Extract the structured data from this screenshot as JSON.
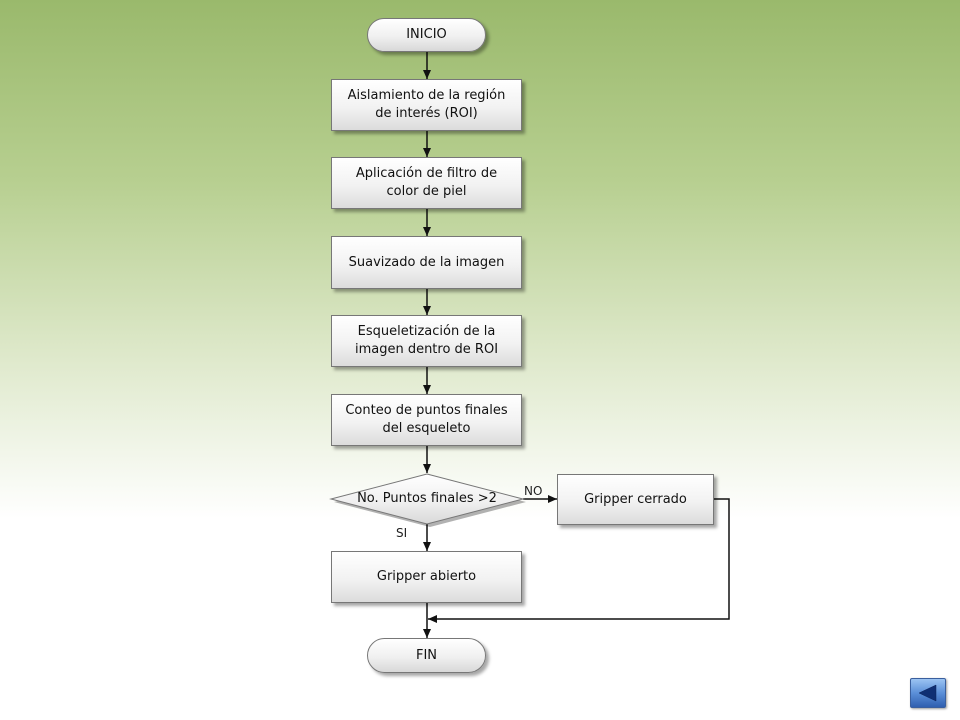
{
  "flowchart": {
    "start": "INICIO",
    "steps": [
      "Aislamiento de la región de interés (ROI)",
      "Aplicación de filtro de color de piel",
      "Suavizado de la imagen",
      "Esqueletización de la imagen dentro de ROI",
      "Conteo de puntos finales del esqueleto"
    ],
    "decision": "No. Puntos finales >2",
    "no_label": "NO",
    "yes_label": "SI",
    "no_branch": "Gripper cerrado",
    "yes_branch": "Gripper abierto",
    "end": "FIN"
  },
  "nav": {
    "icon": "back-arrow-icon"
  },
  "colors": {
    "background_top": "#9ab96c",
    "background_bottom": "#ffffff",
    "node_border": "#777777",
    "arrow": "#111111",
    "nav_button": "#2f5fb0"
  }
}
